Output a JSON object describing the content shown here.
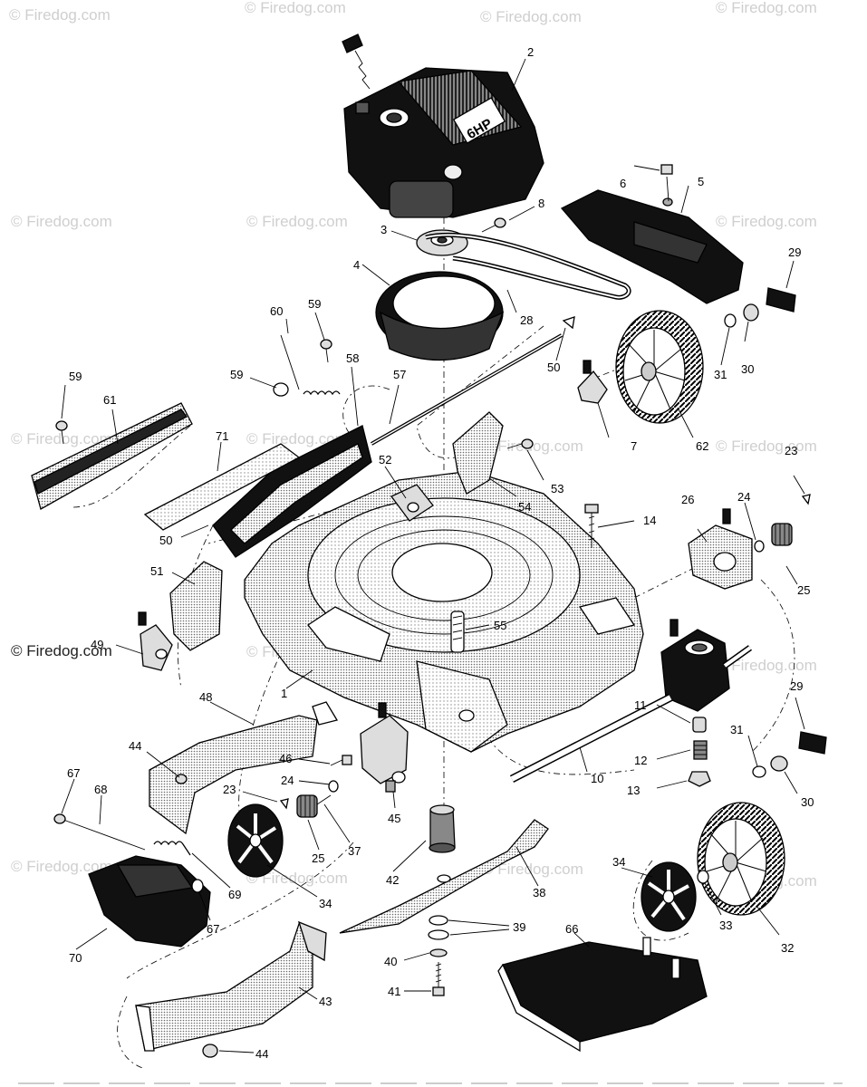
{
  "watermarks": {
    "light": "© Firedog.com",
    "dark": "© Firedog.com"
  },
  "engine_decal": "6HP",
  "labels": [
    {
      "key": "p2",
      "text": "2"
    },
    {
      "key": "p3",
      "text": "3"
    },
    {
      "key": "p4",
      "text": "4"
    },
    {
      "key": "p5",
      "text": "5"
    },
    {
      "key": "p6",
      "text": "6"
    },
    {
      "key": "p8",
      "text": "8"
    },
    {
      "key": "p28",
      "text": "28"
    },
    {
      "key": "p29a",
      "text": "29"
    },
    {
      "key": "p30a",
      "text": "30"
    },
    {
      "key": "p31a",
      "text": "31"
    },
    {
      "key": "p62",
      "text": "62"
    },
    {
      "key": "p7",
      "text": "7"
    },
    {
      "key": "p50a",
      "text": "50"
    },
    {
      "key": "p57",
      "text": "57"
    },
    {
      "key": "p58",
      "text": "58"
    },
    {
      "key": "p59a",
      "text": "59"
    },
    {
      "key": "p59b",
      "text": "59"
    },
    {
      "key": "p59c",
      "text": "59"
    },
    {
      "key": "p60",
      "text": "60"
    },
    {
      "key": "p61",
      "text": "61"
    },
    {
      "key": "p71",
      "text": "71"
    },
    {
      "key": "p52",
      "text": "52"
    },
    {
      "key": "p53",
      "text": "53"
    },
    {
      "key": "p54",
      "text": "54"
    },
    {
      "key": "p14",
      "text": "14"
    },
    {
      "key": "p50b",
      "text": "50"
    },
    {
      "key": "p51",
      "text": "51"
    },
    {
      "key": "p49",
      "text": "49"
    },
    {
      "key": "p55",
      "text": "55"
    },
    {
      "key": "p1",
      "text": "1"
    },
    {
      "key": "p23a",
      "text": "23"
    },
    {
      "key": "p24a",
      "text": "24"
    },
    {
      "key": "p26",
      "text": "26"
    },
    {
      "key": "p25a",
      "text": "25"
    },
    {
      "key": "p29b",
      "text": "29"
    },
    {
      "key": "p11",
      "text": "11"
    },
    {
      "key": "p12",
      "text": "12"
    },
    {
      "key": "p13",
      "text": "13"
    },
    {
      "key": "p10",
      "text": "10"
    },
    {
      "key": "p31b",
      "text": "31"
    },
    {
      "key": "p30b",
      "text": "30"
    },
    {
      "key": "p48",
      "text": "48"
    },
    {
      "key": "p44a",
      "text": "44"
    },
    {
      "key": "p46",
      "text": "46"
    },
    {
      "key": "p67a",
      "text": "67"
    },
    {
      "key": "p68",
      "text": "68"
    },
    {
      "key": "p23b",
      "text": "23"
    },
    {
      "key": "p24b",
      "text": "24"
    },
    {
      "key": "p45",
      "text": "45"
    },
    {
      "key": "p37",
      "text": "37"
    },
    {
      "key": "p25b",
      "text": "25"
    },
    {
      "key": "p69",
      "text": "69"
    },
    {
      "key": "p34a",
      "text": "34"
    },
    {
      "key": "p42",
      "text": "42"
    },
    {
      "key": "p38",
      "text": "38"
    },
    {
      "key": "p34b",
      "text": "34"
    },
    {
      "key": "p33",
      "text": "33"
    },
    {
      "key": "p32",
      "text": "32"
    },
    {
      "key": "p70",
      "text": "70"
    },
    {
      "key": "p67b",
      "text": "67"
    },
    {
      "key": "p39",
      "text": "39"
    },
    {
      "key": "p66",
      "text": "66"
    },
    {
      "key": "p40",
      "text": "40"
    },
    {
      "key": "p41",
      "text": "41"
    },
    {
      "key": "p43",
      "text": "43"
    },
    {
      "key": "p44b",
      "text": "44"
    }
  ]
}
